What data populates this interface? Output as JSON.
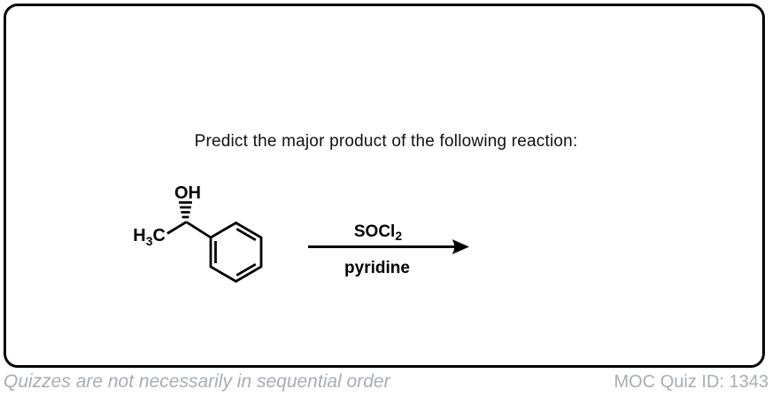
{
  "question": {
    "text": "Predict the major product of the following reaction:"
  },
  "reaction": {
    "hydroxyl_label": "OH",
    "methyl": {
      "h": "H",
      "sub": "3",
      "c": "C"
    },
    "reagent_top": {
      "main": "SOCl",
      "sub": "2"
    },
    "reagent_bottom": "pyridine"
  },
  "footer": {
    "note": "Quizzes are not necessarily in sequential order",
    "quiz_id": "MOC Quiz ID: 1343"
  },
  "colors": {
    "ink": "#000000",
    "border": "#000000",
    "muted_text": "#a8adb2"
  }
}
